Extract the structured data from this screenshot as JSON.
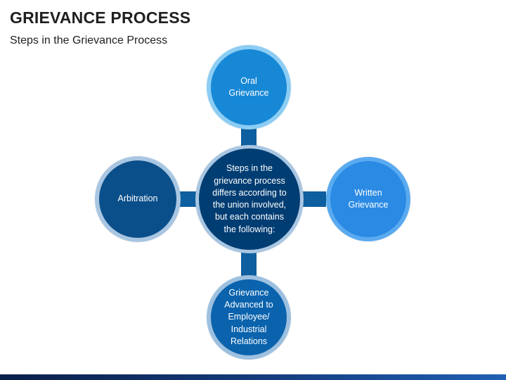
{
  "header": {
    "title": "GRIEVANCE PROCESS",
    "subtitle": "Steps in the Grievance Process"
  },
  "diagram": {
    "center": {
      "text": "Steps in the grievance process differs according to the union involved, but each contains the following:"
    },
    "steps": {
      "top": {
        "text": "Oral Grievance"
      },
      "right": {
        "text": "Written Grievance"
      },
      "bottom": {
        "text": "Grievance Advanced to Employee/ Industrial Relations"
      },
      "left": {
        "text": "Arbitration"
      }
    }
  },
  "colors": {
    "center_fill": "#003d73",
    "center_ring": "#a8c6e2",
    "connector": "#0e5f9f",
    "top_fill": "#1788d6",
    "top_ring": "#8ccdf4",
    "right_fill": "#2a8ae4",
    "right_ring": "#5aaaf0",
    "bottom_fill": "#0b63ad",
    "bottom_ring": "#9dc0e0",
    "left_fill": "#0b4f8a",
    "left_ring": "#a8c6e2"
  }
}
